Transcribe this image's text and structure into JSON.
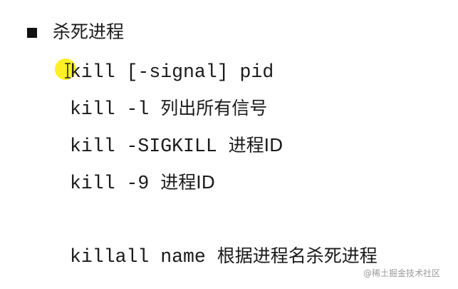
{
  "slide": {
    "heading": "杀死进程",
    "bullet_icon": "black-square-bullet",
    "commands": [
      {
        "code": "kill [-signal] pid",
        "desc": ""
      },
      {
        "code": "kill -l ",
        "desc": "列出所有信号"
      },
      {
        "code": "kill -SIGKILL ",
        "desc": "进程ID"
      },
      {
        "code": "kill -9 ",
        "desc": "进程ID"
      },
      {
        "code": "killall name ",
        "desc": "根据进程名杀死进程"
      }
    ]
  },
  "cursor": {
    "type": "text-i-beam",
    "highlight_color": "#ffec00"
  },
  "watermark": "@稀土掘金技术社区"
}
